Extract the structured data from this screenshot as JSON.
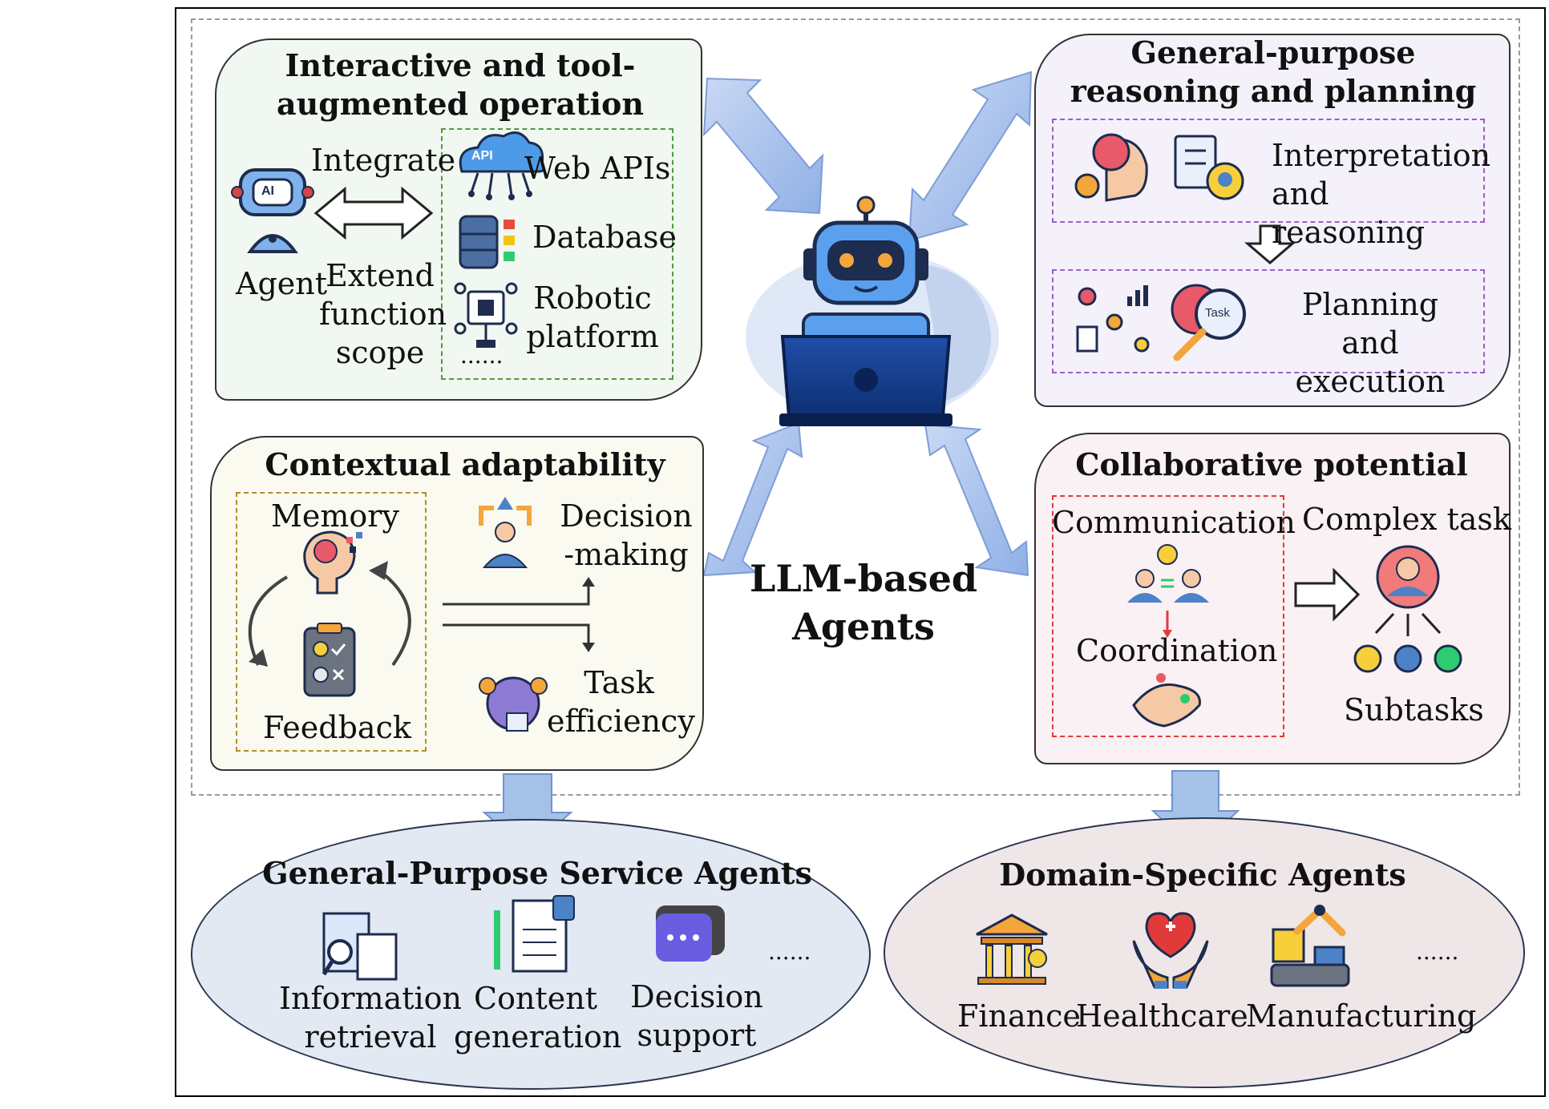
{
  "center": {
    "line1": "LLM-based",
    "line2": "Agents"
  },
  "interactive": {
    "title_line1": "Interactive and tool-",
    "title_line2": "augmented operation",
    "agent_label": "Agent",
    "integrate_label": "Integrate",
    "extend_line1": "Extend",
    "extend_line2": "function",
    "extend_line3": "scope",
    "items": [
      "Web APIs",
      "Database",
      "Robotic",
      "platform"
    ],
    "more": "......",
    "api_badge": "API",
    "ai_badge": "AI"
  },
  "reasoning": {
    "title_line1": "General-purpose",
    "title_line2": "reasoning and planning",
    "interp_line1": "Interpretation",
    "interp_line2": "and reasoning",
    "plan_line1": "Planning and",
    "plan_line2": "execution",
    "task_badge": "Task"
  },
  "contextual": {
    "title": "Contextual adaptability",
    "memory": "Memory",
    "feedback": "Feedback",
    "decision_line1": "Decision",
    "decision_line2": "-making",
    "task_line1": "Task",
    "task_line2": "efficiency"
  },
  "collaborative": {
    "title": "Collaborative potential",
    "communication": "Communication",
    "coordination": "Coordination",
    "complex_task": "Complex task",
    "subtasks": "Subtasks"
  },
  "general_service": {
    "title": "General-Purpose Service Agents",
    "info_line1": "Information",
    "info_line2": "retrieval",
    "content_line1": "Content",
    "content_line2": "generation",
    "decision_line1": "Decision",
    "decision_line2": "support",
    "more": "......"
  },
  "domain": {
    "title": "Domain-Specific Agents",
    "finance": "Finance",
    "healthcare": "Healthcare",
    "manufacturing": "Manufacturing",
    "more": "......"
  },
  "colors": {
    "panel_green": "#f1f8f1",
    "panel_purple": "#f4f1fa",
    "panel_cream": "#fafaf1",
    "panel_pink": "#faf1f4",
    "oval_blue": "#e3e9f3",
    "oval_pink": "#efe6e8",
    "arrow_blue": "#a9c3ea"
  }
}
